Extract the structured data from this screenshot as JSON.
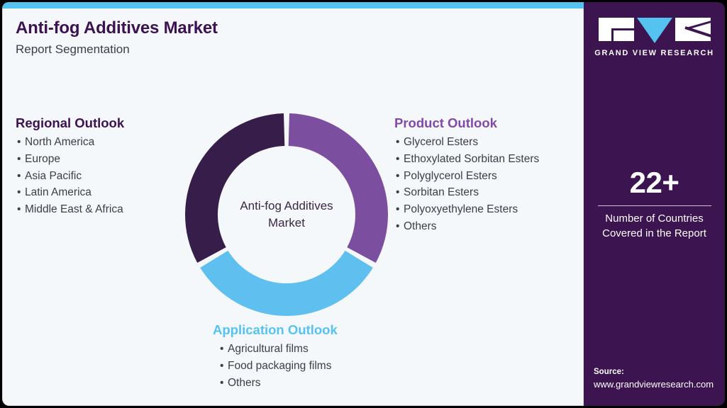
{
  "header": {
    "title": "Anti-fog Additives Market",
    "subtitle": "Report Segmentation"
  },
  "regional_outlook": {
    "heading": "Regional Outlook",
    "bullet": "•",
    "items": [
      "North America",
      "Europe",
      "Asia Pacific",
      "Latin America",
      "Middle East & Africa"
    ]
  },
  "product_outlook": {
    "heading": "Product Outlook",
    "bullet": "•",
    "items": [
      "Glycerol Esters",
      "Ethoxylated Sorbitan Esters",
      "Polyglycerol Esters",
      "Sorbitan Esters",
      "Polyoxyethylene Esters",
      "Others"
    ]
  },
  "application_outlook": {
    "heading": "Application Outlook",
    "bullet": "•",
    "items": [
      "Agricultural films",
      "Food packaging films",
      "Others"
    ]
  },
  "donut": {
    "center_line1": "Anti-fog Additives",
    "center_line2": "Market"
  },
  "chart_data": {
    "type": "pie",
    "title": "Anti-fog Additives Market",
    "subtype": "donut",
    "categories": [
      "Product Outlook",
      "Application Outlook",
      "Regional Outlook"
    ],
    "values": [
      33.33,
      33.33,
      33.33
    ],
    "colors": [
      "#7c4e9f",
      "#5fc0ef",
      "#371e4a"
    ],
    "legend": "none",
    "grid": false,
    "annotations": [
      "Anti-fog Additives Market"
    ]
  },
  "logo": {
    "wordmark": "GRAND VIEW RESEARCH",
    "mark_g": "letter-g-block",
    "mark_v": "letter-v-triangle",
    "mark_r": "letter-r-block"
  },
  "stat": {
    "value": "22+",
    "label_line1": "Number of Countries",
    "label_line2": "Covered in the Report"
  },
  "source": {
    "label": "Source:",
    "url": "www.grandviewresearch.com"
  },
  "colors": {
    "dark_purple": "#371e4a",
    "mid_purple": "#7c4e9f",
    "light_blue": "#5fc0ef",
    "panel_purple": "#3b1450",
    "panel_bg": "#f4f8fb",
    "title_purple": "#3d1152"
  }
}
